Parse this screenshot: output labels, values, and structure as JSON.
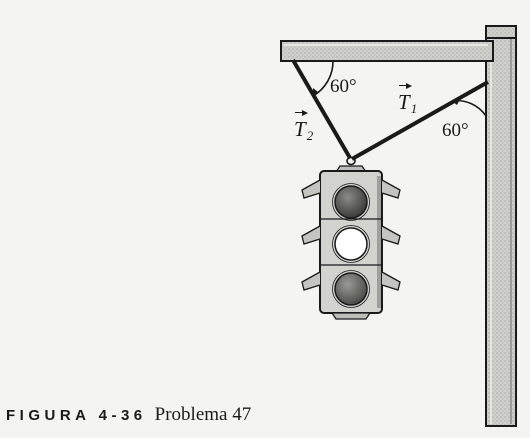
{
  "figure": {
    "caption_label": "FIGURA 4-36",
    "caption_text": "Problema 47",
    "angle_left": "60°",
    "angle_right": "60°",
    "tension_1": {
      "symbol": "T",
      "subscript": "1"
    },
    "tension_2": {
      "symbol": "T",
      "subscript": "2"
    }
  },
  "colors": {
    "ink": "#1a1a1a",
    "pole_fill": "#c9c9c6",
    "light_housing": "#d2d2cf",
    "lamp_dark": "#5a5a58",
    "lamp_lit": "#ffffff"
  }
}
